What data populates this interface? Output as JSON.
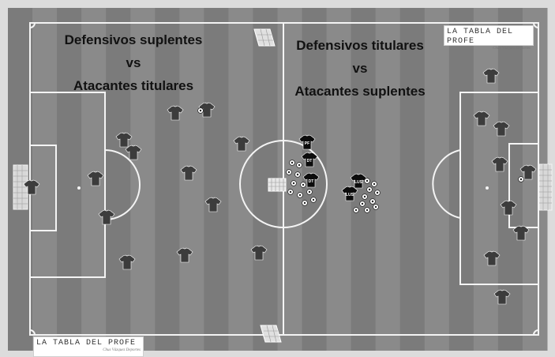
{
  "title_left": {
    "line1": "Defensivos suplentes",
    "line2": "vs",
    "line3": "Atacantes titulares"
  },
  "title_right": {
    "line1": "Defensivos titulares",
    "line2": "vs",
    "line3": "Atacantes suplentes"
  },
  "brand": {
    "name": "LA TABLA DEL PROFE",
    "tagline": "Chus Vázquez Deportes"
  },
  "jersey_labels": [
    "PF",
    "DT",
    "DT",
    "LUS",
    "LUS"
  ],
  "colors": {
    "pitch_dark": "#7b7b7b",
    "pitch_light": "#8a8a8a",
    "lines": "#f4f4f4",
    "frame": "#dcdcdc",
    "jersey_white_team": "#3c3c3c",
    "jersey_black_team": "#0c0c0c"
  }
}
